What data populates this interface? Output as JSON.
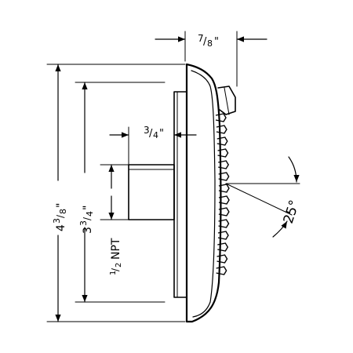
{
  "drawing": {
    "line_color": "#000000",
    "background": "#ffffff",
    "dimensions": {
      "depth_top": {
        "whole": "",
        "num": "7",
        "den": "8",
        "suffix": "\""
      },
      "stem_length": {
        "whole": "",
        "num": "3",
        "den": "4",
        "suffix": "\""
      },
      "overall_height": {
        "whole": "4",
        "num": "3",
        "den": "8",
        "suffix": "\""
      },
      "plate_height": {
        "whole": "3",
        "num": "3",
        "den": "4",
        "suffix": "\""
      },
      "pipe": {
        "whole": "",
        "num": "1",
        "den": "2",
        "suffix": " NPT"
      },
      "tilt_angle": "25°"
    }
  }
}
